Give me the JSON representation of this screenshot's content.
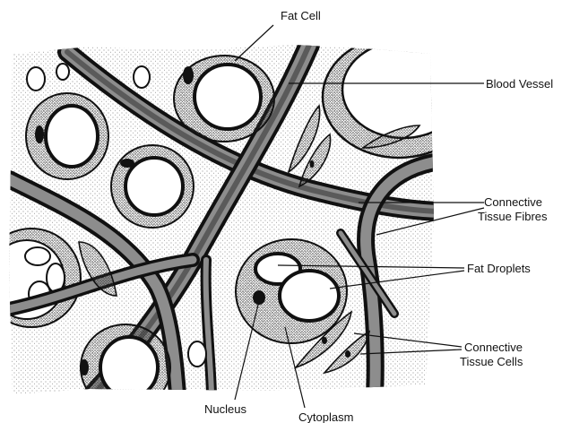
{
  "diagram": {
    "labels": {
      "fat_cell": "Fat Cell",
      "blood_vessel": "Blood Vessel",
      "connective_tissue_fibres_line1": "Connective",
      "connective_tissue_fibres_line2": "Tissue Fibres",
      "fat_droplets": "Fat Droplets",
      "connective_tissue_cells_line1": "Connective",
      "connective_tissue_cells_line2": "Tissue Cells",
      "nucleus": "Nucleus",
      "cytoplasm": "Cytoplasm"
    },
    "colors": {
      "ink": "#111111",
      "fibre_fill": "#5a5a5a",
      "fibre_highlight": "#9a9a9a",
      "stipple": "#6f6f6f",
      "background": "#ffffff"
    }
  }
}
